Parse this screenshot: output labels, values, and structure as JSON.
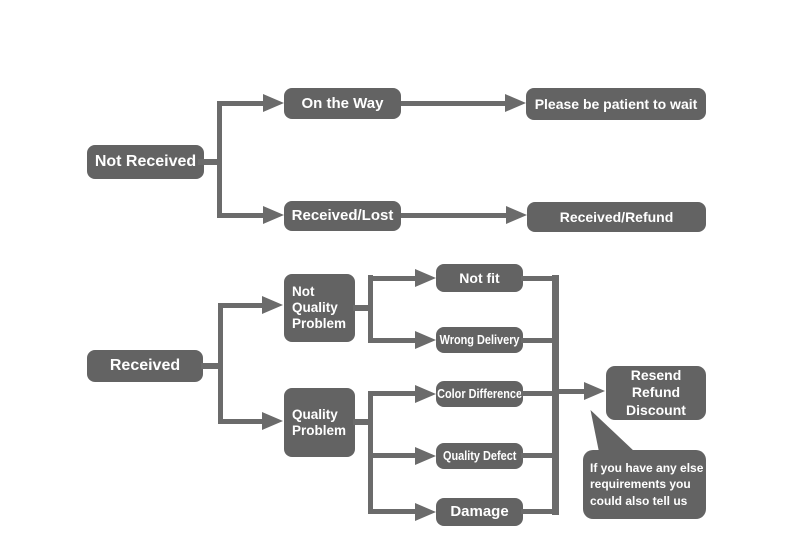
{
  "diagram": {
    "type": "flowchart",
    "colors": {
      "node": "#636363",
      "line": "#6b6b6b",
      "text": "#ffffff",
      "background": "#ffffff"
    },
    "nodes": {
      "not_received": "Not Received",
      "on_the_way": "On the Way",
      "please_wait": "Please be patient to wait",
      "received_lost": "Received/Lost",
      "received_refund": "Received/Refund",
      "received": "Received",
      "not_quality_problem": "Not\nQuality\nProblem",
      "quality_problem": "Quality\nProblem",
      "not_fit": "Not fit",
      "wrong_delivery": "Wrong Delivery",
      "color_difference": "Color Difference",
      "quality_defect": "Quality Defect",
      "damage": "Damage",
      "outcome": "Resend\nRefund\nDiscount",
      "note": "If you have any else\nrequirements you\ncould also tell us"
    },
    "edges": [
      {
        "from": "not_received",
        "to": "on_the_way"
      },
      {
        "from": "not_received",
        "to": "received_lost"
      },
      {
        "from": "on_the_way",
        "to": "please_wait"
      },
      {
        "from": "received_lost",
        "to": "received_refund"
      },
      {
        "from": "received",
        "to": "not_quality_problem"
      },
      {
        "from": "received",
        "to": "quality_problem"
      },
      {
        "from": "not_quality_problem",
        "to": "not_fit"
      },
      {
        "from": "not_quality_problem",
        "to": "wrong_delivery"
      },
      {
        "from": "quality_problem",
        "to": "color_difference"
      },
      {
        "from": "quality_problem",
        "to": "quality_defect"
      },
      {
        "from": "quality_problem",
        "to": "damage"
      },
      {
        "from": "not_fit",
        "to": "outcome"
      },
      {
        "from": "wrong_delivery",
        "to": "outcome"
      },
      {
        "from": "color_difference",
        "to": "outcome"
      },
      {
        "from": "quality_defect",
        "to": "outcome"
      },
      {
        "from": "damage",
        "to": "outcome"
      },
      {
        "from": "note",
        "to": "outcome"
      }
    ]
  }
}
